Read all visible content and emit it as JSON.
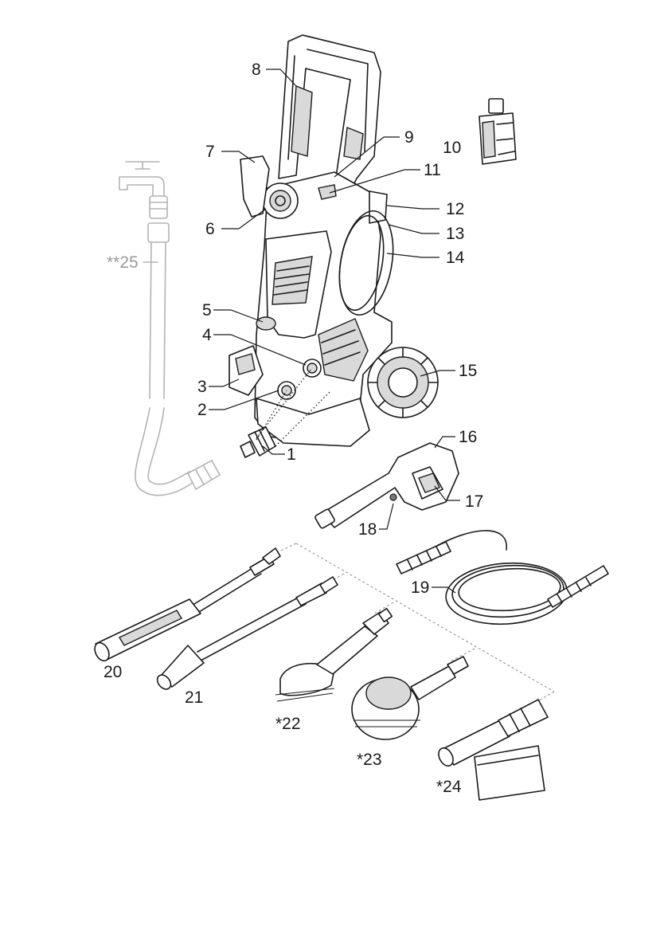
{
  "labels": {
    "p1": "1",
    "p2": "2",
    "p3": "3",
    "p4": "4",
    "p5": "5",
    "p6": "6",
    "p7": "7",
    "p8": "8",
    "p9": "9",
    "p10": "10",
    "p11": "11",
    "p12": "12",
    "p13": "13",
    "p14": "14",
    "p15": "15",
    "p16": "16",
    "p17": "17",
    "p18": "18",
    "p19": "19",
    "p20": "20",
    "p21": "21",
    "p22": "*22",
    "p23": "*23",
    "p24": "*24",
    "p25": "**25"
  },
  "colors": {
    "line": "#1a1a1a",
    "ghost": "#b3b3b3",
    "fill_gray": "#d9d9d9"
  }
}
